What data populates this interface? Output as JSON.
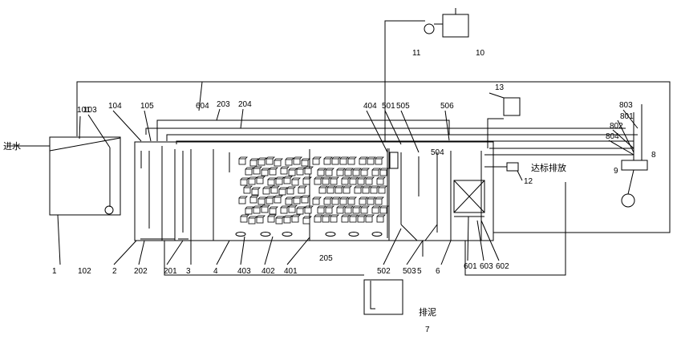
{
  "labels": {
    "inlet": "进水",
    "discharge": "达标排放",
    "sludge": "排泥",
    "n1": "1",
    "n2": "2",
    "n3": "3",
    "n4": "4",
    "n5": "5",
    "n6": "6",
    "n7": "7",
    "n8": "8",
    "n9": "9",
    "n10": "10",
    "n11": "11",
    "n12": "12",
    "n13": "13",
    "n101": "101",
    "n102": "102",
    "n103": "103",
    "n104": "104",
    "n105": "105",
    "n201": "201",
    "n202": "202",
    "n203": "203",
    "n204": "204",
    "n205": "205",
    "n401": "401",
    "n402": "402",
    "n403": "403",
    "n404": "404",
    "n501": "501",
    "n502": "502",
    "n503": "503",
    "n504": "504",
    "n505": "505",
    "n506": "506",
    "n601": "601",
    "n602": "602",
    "n603": "603",
    "n604": "604",
    "n801": "801",
    "n802": "802",
    "n803": "803",
    "n804": "804"
  },
  "colors": {
    "line": "#000000",
    "background": "#ffffff"
  }
}
